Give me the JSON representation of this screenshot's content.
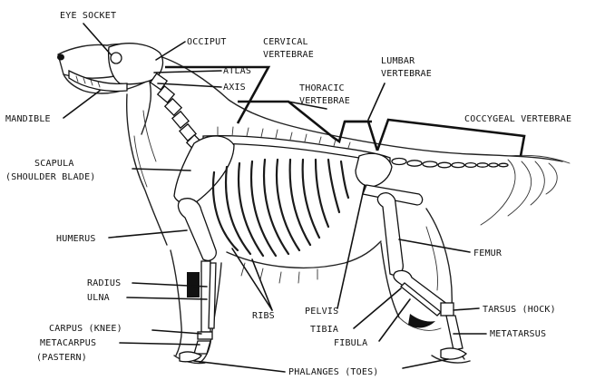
{
  "colors": {
    "ink": "#111111",
    "paper": "#ffffff"
  },
  "labels": {
    "eye_socket": "EYE SOCKET",
    "occiput": "OCCIPUT",
    "cervical_1": "CERVICAL",
    "cervical_2": "VERTEBRAE",
    "atlas": "ATLAS",
    "axis": "AXIS",
    "lumbar_1": "LUMBAR",
    "lumbar_2": "VERTEBRAE",
    "thoracic_1": "THORACIC",
    "thoracic_2": "VERTEBRAE",
    "coccygeal": "COCCYGEAL VERTEBRAE",
    "mandible": "MANDIBLE",
    "scapula_1": "SCAPULA",
    "scapula_2": "(SHOULDER BLADE)",
    "humerus": "HUMERUS",
    "femur": "FEMUR",
    "radius": "RADIUS",
    "ulna": "ULNA",
    "ribs": "RIBS",
    "pelvis": "PELVIS",
    "tarsus": "TARSUS (HOCK)",
    "tibia": "TIBIA",
    "carpus": "CARPUS (KNEE)",
    "metatarsus": "METATARSUS",
    "fibula": "FIBULA",
    "metacarpus_1": "METACARPUS",
    "metacarpus_2": "(PASTERN)",
    "phalanges": "PHALANGES (TOES)"
  }
}
